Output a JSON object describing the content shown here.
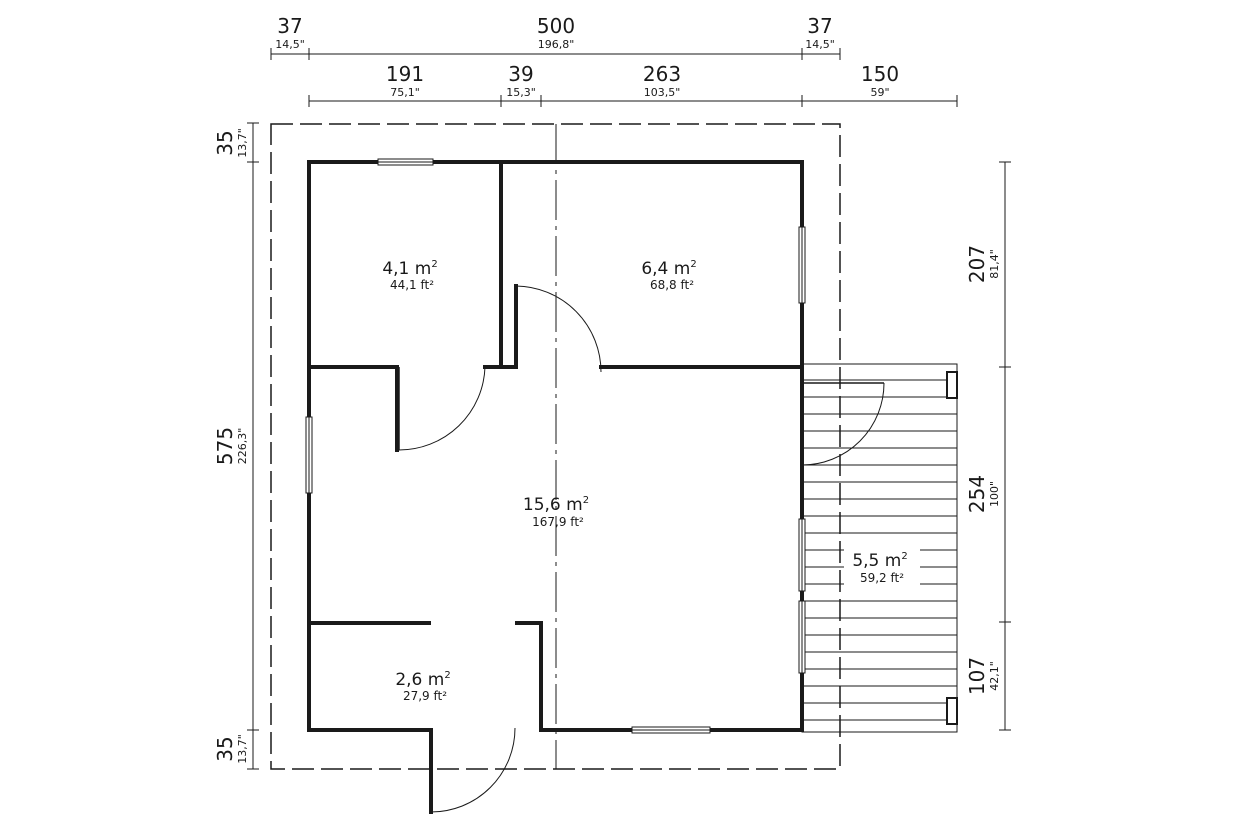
{
  "dimensions": {
    "top_row_1": [
      {
        "cm": "37",
        "inch": "14,5\""
      },
      {
        "cm": "500",
        "inch": "196,8\""
      },
      {
        "cm": "37",
        "inch": "14,5\""
      }
    ],
    "top_row_2": [
      {
        "cm": "191",
        "inch": "75,1\""
      },
      {
        "cm": "39",
        "inch": "15,3\""
      },
      {
        "cm": "263",
        "inch": "103,5\""
      },
      {
        "cm": "150",
        "inch": "59\""
      }
    ],
    "left": [
      {
        "cm": "35",
        "inch": "13,7\""
      },
      {
        "cm": "575",
        "inch": "226,3\""
      },
      {
        "cm": "35",
        "inch": "13,7\""
      }
    ],
    "right": [
      {
        "cm": "207",
        "inch": "81,4\""
      },
      {
        "cm": "254",
        "inch": "100\""
      },
      {
        "cm": "107",
        "inch": "42,1\""
      }
    ]
  },
  "rooms": [
    {
      "m2": "4,1 m",
      "ft2": "44,1 ft²"
    },
    {
      "m2": "6,4 m",
      "ft2": "68,8 ft²"
    },
    {
      "m2": "15,6 m",
      "ft2": "167,9 ft²"
    },
    {
      "m2": "5,5 m",
      "ft2": "59,2 ft²"
    },
    {
      "m2": "2,6 m",
      "ft2": "27,9 ft²"
    }
  ],
  "sup": "2",
  "colors": {
    "line": "#1a1a1a",
    "background": "#ffffff"
  }
}
